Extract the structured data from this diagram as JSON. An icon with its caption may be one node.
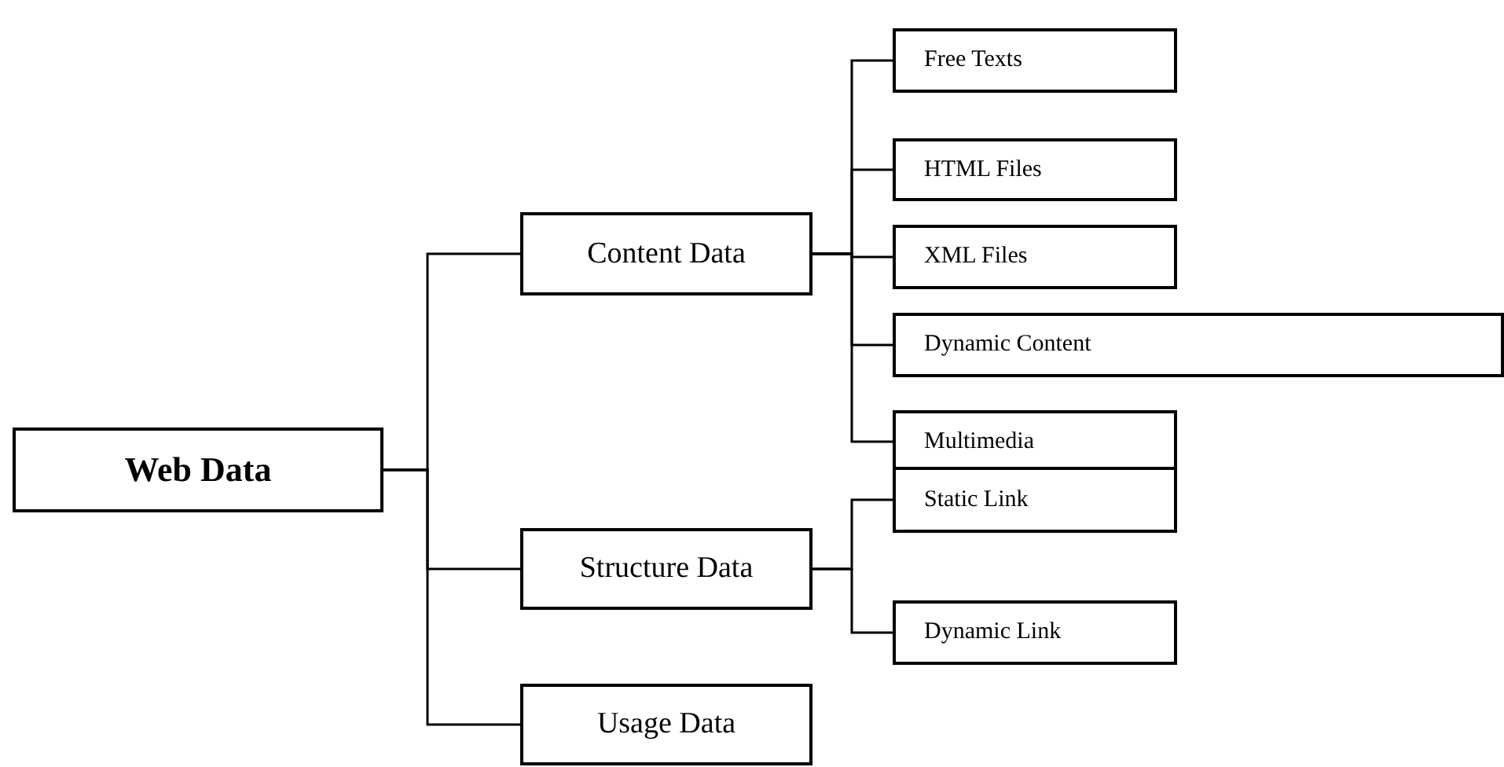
{
  "diagram": {
    "nodes": [
      {
        "text": [
          "Web Data"
        ]
      },
      {
        "text": [
          "Content Data"
        ]
      },
      {
        "text": [
          "Free Texts"
        ]
      },
      {
        "text": [
          "HTML Files"
        ]
      },
      {
        "text": [
          "XML Files"
        ]
      },
      {
        "text": [
          "Dynamic Content"
        ]
      },
      {
        "text": [
          "Multimedia"
        ]
      },
      {
        "text": [
          "Structure Data"
        ]
      },
      {
        "text": [
          "Static Link"
        ]
      },
      {
        "text": [
          "Dynamic Link"
        ]
      },
      {
        "text": [
          "Usage Data"
        ]
      }
    ],
    "edges": [
      {
        "from": 0,
        "to": 1,
        "arrow": "none"
      },
      {
        "from": 0,
        "to": 7,
        "arrow": "none"
      },
      {
        "from": 0,
        "to": 10,
        "arrow": "none"
      },
      {
        "from": 1,
        "to": 2,
        "arrow": "none"
      },
      {
        "from": 1,
        "to": 3,
        "arrow": "none"
      },
      {
        "from": 1,
        "to": 4,
        "arrow": "none"
      },
      {
        "from": 1,
        "to": 5,
        "arrow": "none"
      },
      {
        "from": 1,
        "to": 6,
        "arrow": "none"
      },
      {
        "from": 7,
        "to": 8,
        "arrow": "none"
      },
      {
        "from": 7,
        "to": 9,
        "arrow": "none"
      }
    ]
  }
}
